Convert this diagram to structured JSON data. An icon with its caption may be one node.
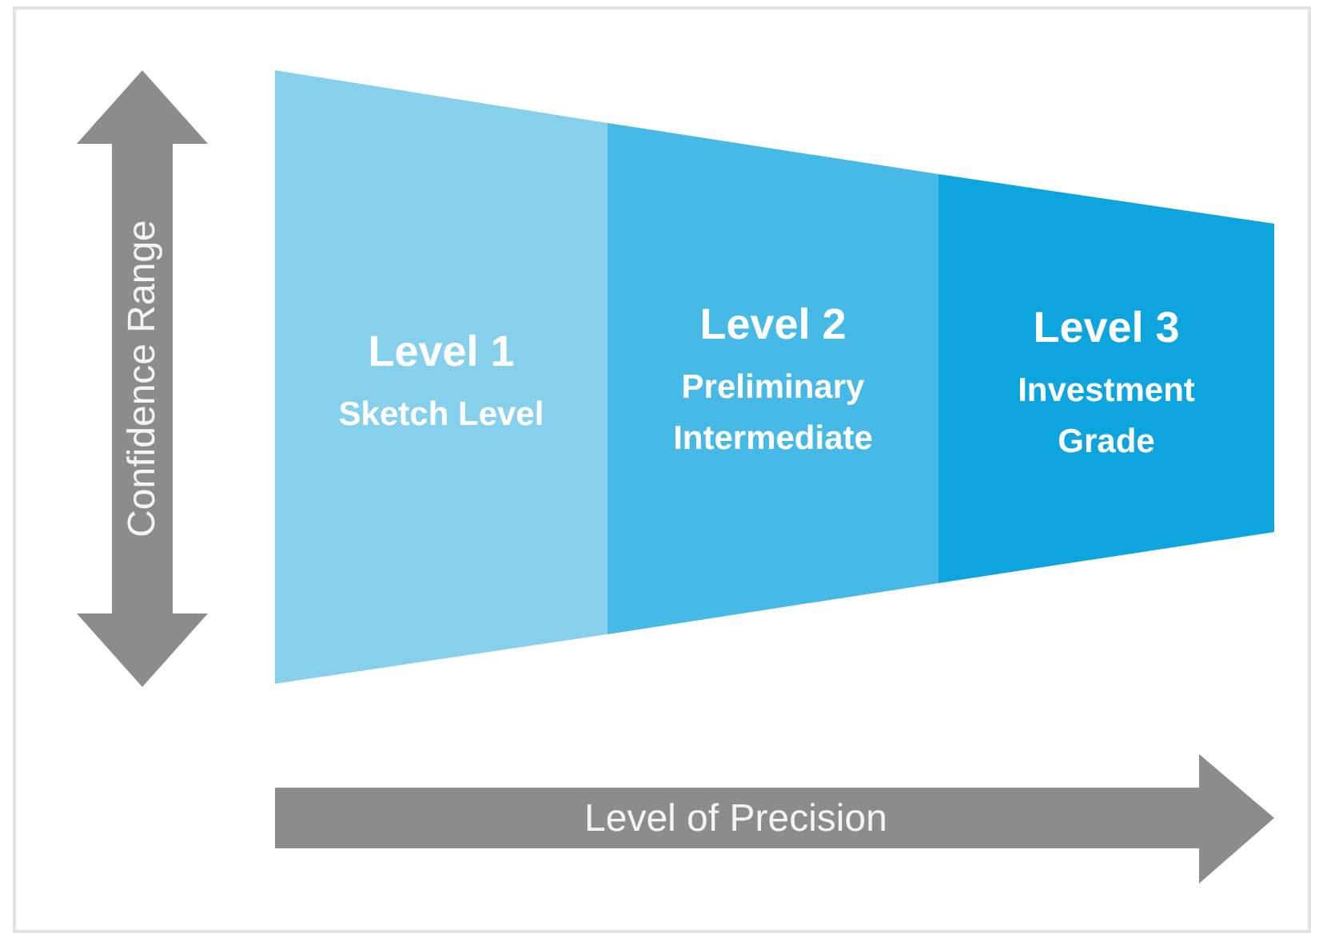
{
  "diagram": {
    "nodes": [
      {
        "text": [
          "Level 1",
          "Sketch Level"
        ]
      },
      {
        "text": [
          "Level 2",
          "Preliminary Intermediate"
        ]
      },
      {
        "text": [
          "Level 3",
          "Investment Grade"
        ]
      }
    ],
    "labels": [
      "Confidence Range",
      "Level of Precision"
    ]
  }
}
